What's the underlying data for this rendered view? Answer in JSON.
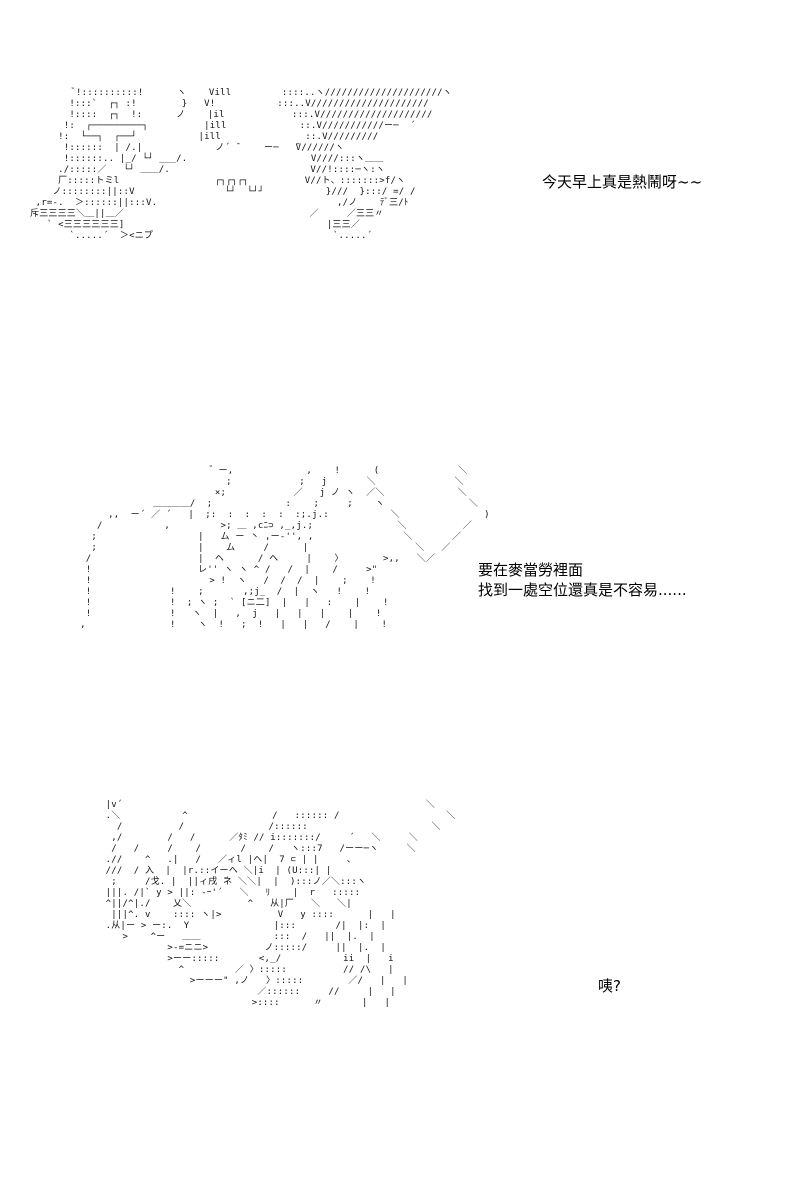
{
  "panels": [
    {
      "art": "        ﾞ!::::::::::!      ヽ    Vill         ::::..ヽ/////////////////////ヽ\n       !:::`  ┌┐ :!        }   V!           :::..V/////////////////////\n       !::::  ┌┐  !:      ノ    |il            :::.V////////////////////\n      !:  ┌─────────┐          |ill             ::.V///////////ー─  ´\n     !:  └──┐  ┌──┘           |ill               ::.V/////////\n      !::::::  | /.|             ノ´ ̄     ー─   ̄V//////ヽ\n      !::::::.. |_/ └┘ ___/.                      V////:::ヽ＿＿\n     ./:::::／   └┘ ＿＿/.                         V//!::::─ヽ:ヽ\n     厂:::::トミl                 ┌┐┌┐┌┐          V//ト、:::::::>f/ヽ\n    ノ::::::::||::V                └┘  └┘┘           }///  }:::/ =/ /\n ,r=-.  ＞::::::||:::V.                                ,/ノ    ﾃﾞ三/ﾄ\n斥三三三三＼＿||＿／                                 ／     ／三三〃\n   ` <三三三三三三]                                    |三三／\n       `.....´  ＞<ニプ                                `.....´",
      "dialog": "今天早上真是熱鬧呀~~"
    },
    {
      "art": "                            ゛ー,             ,    !      (              ＼\n                               ;            ;   j       ＼              ＼\n                             ×;            ／   j ノ ヽ  ／＼             ＼\n                  ＿＿＿＿/  ;             :    ;     ;    ヽ               ＼\n          ,,  ー´ ／ ´   |  ;:  :  :  :  :  :;.j.:           ＼               )\n        /           ,         >; ＿ ,cﾆ⊃ ,_,j.;               ＼          ／\n       ;                  |   ム ー 丶 ,ー‐'', ,                ＼       ／\n       ;                  |    ム     /      |                   ＼   ／\n      /                   |  ヘ      / ヘ     |    〉       >,,   ＼／\n      !                   レ'' ヽ ヽ ^ /   /  |    /     >\"\n      !                     > !  ヽ   /  /  /  |    ;    !\n      !              !    ;       ,;j_  /  |  ヽ   !    !\n      !              !  ; ヽ ;  ` [ニ二]  |   |   :    |    !\n      !              !   ヽ  |   ,  j   |   |   |    |    !\n     ,               !    ヽ  !   ;  !   |   |   /    |    !",
      "dialog": "要在麥當勞裡面\n找到一處空位還真是不容易......"
    },
    {
      "art": " |v´                                                      ＼\n .＼           ^               /   :::::: /                   ＼\n   /          /               /::::::                      ＼\n  ,/        /   /      ／ﾀﾐ // i:::::::/     ´   ＼     ＼\n  /   /     /    /       /    /   ヽ:::7   /ーー─ヽ     ＼\n .//    ^   .|   /   ／ィl |ヘ|  7 ⊂ | |     、\n ///  / 入  |  |r.::イーヘ ＼|i  | (U:::| |\n  ;     /戈. |  ||ィ戌 ̄ネ ＼＼|  |  ):::ノ／＼:::ヽ\n |||. /|` y > ||: -ｰ'´   ＼   ﾘ    |  r   :::::\n ^||/^|./    乂＼          ^   从|厂   ＼   ＼|\n  |||^. v    :::: ヽ|>          V   y ::::      |   |\n .从|ー > ー:.  Y               |:::       /|  |:  |\n    >    ^ー   ＿＿             :::  /   ||  |.  |\n            >-=ニニ>          ノ:::::/     ||  |.  |\n            >ーー:::::       <,_/           ii  |   i\n              ^         ／ 〉:::::          // /\\   |\n                >ーーー\" ,ノ   〉:::::        ／/   |   |\n                            ／::::::     //     |   |\n                           >::::      〃       |   |",
      "dialog": "咦?"
    }
  ]
}
